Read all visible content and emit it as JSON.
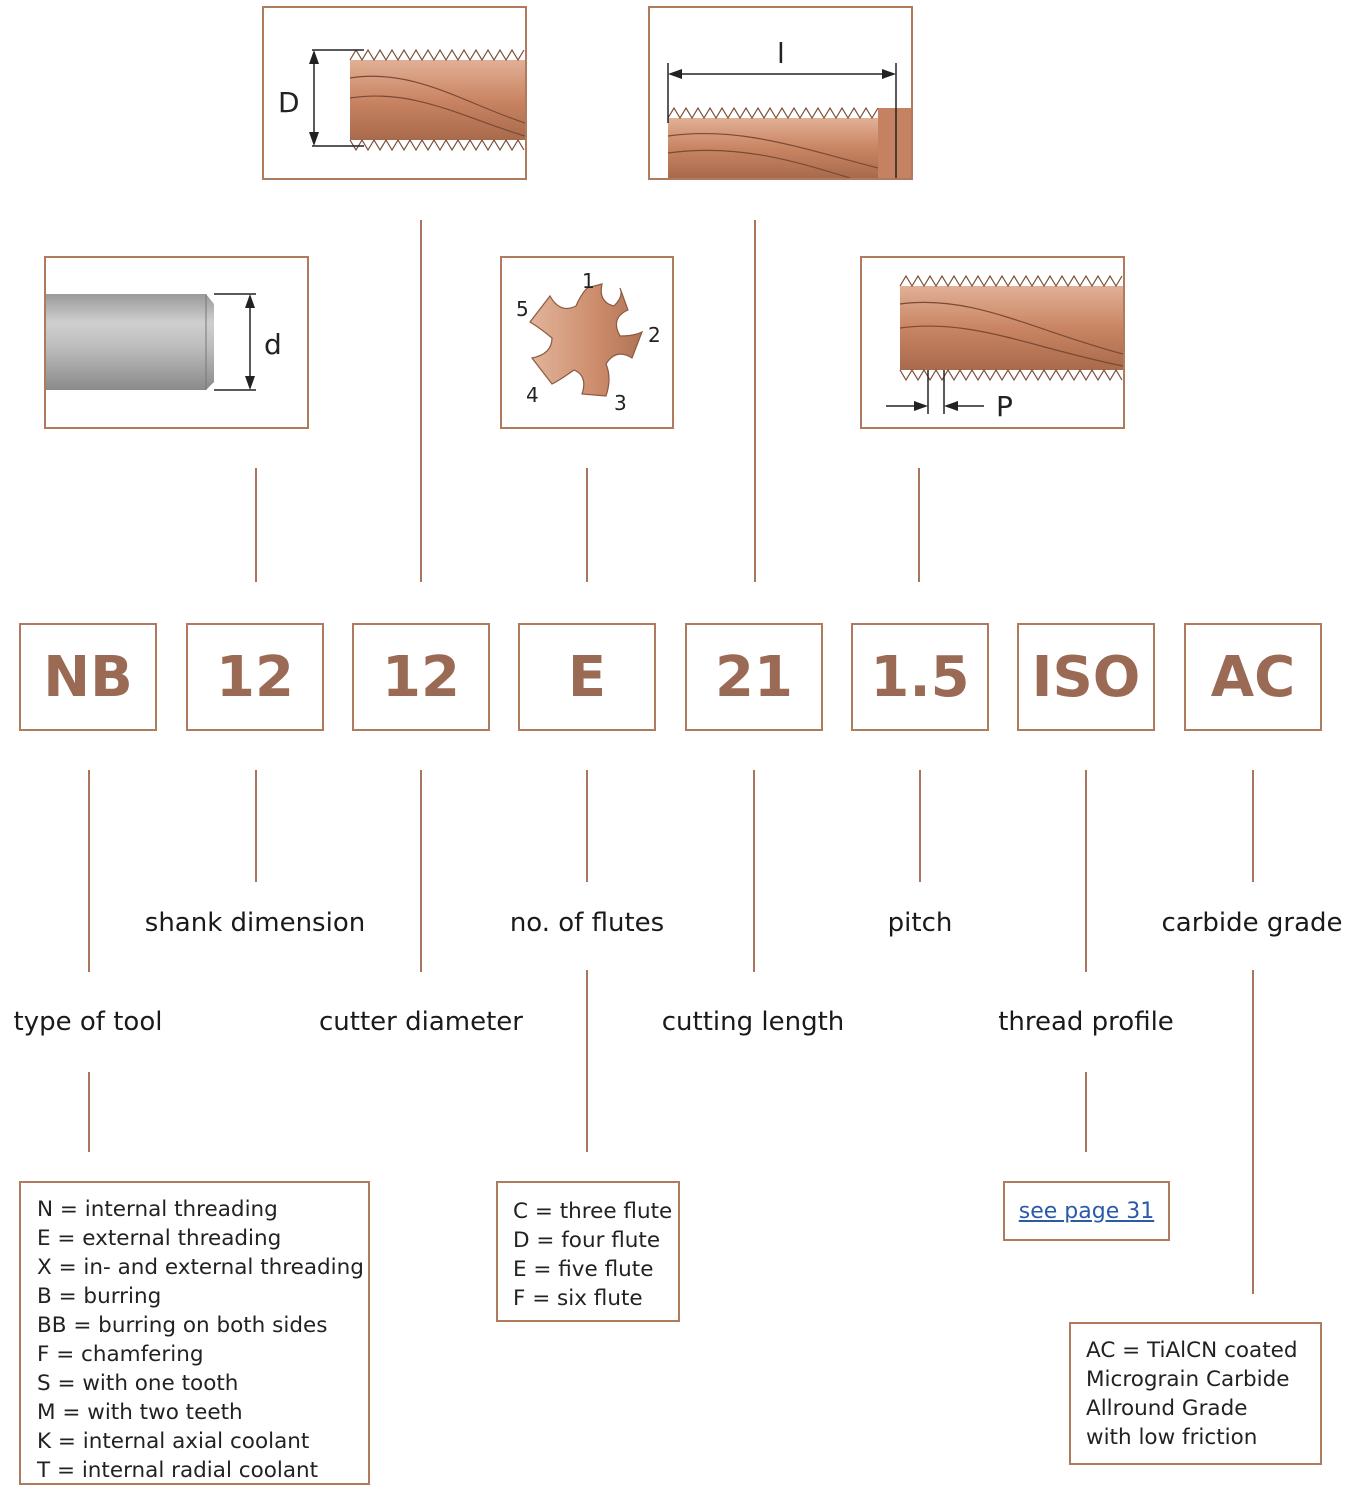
{
  "codes": [
    "NB",
    "12",
    "12",
    "E",
    "21",
    "1.5",
    "ISO",
    "AC"
  ],
  "labels": {
    "shank_dimension": "shank dimension",
    "no_of_flutes": "no. of flutes",
    "pitch": "pitch",
    "carbide_grade": "carbide grade",
    "type_of_tool": "type of tool",
    "cutter_diameter": "cutter diameter",
    "cutting_length": "cutting length",
    "thread_profile": "thread profile"
  },
  "illustrations": {
    "cutter_diameter_symbol": "D",
    "cutting_length_symbol": "l",
    "shank_symbol": "d",
    "pitch_symbol": "P",
    "flute_numbers": [
      "1",
      "2",
      "3",
      "4",
      "5"
    ]
  },
  "legend_type": [
    "N = internal threading",
    "E = external threading",
    "X = in- and external threading",
    "B = burring",
    "BB = burring on both sides",
    "F = chamfering",
    "S = with one tooth",
    "M = with two teeth",
    "K = internal axial coolant",
    "T = internal radial coolant"
  ],
  "legend_flutes": [
    "C = three flute",
    "D = four flute",
    "E = five flute",
    "F = six flute"
  ],
  "thread_profile_link": "see page 31",
  "legend_grade": [
    "AC = TiAlCN coated",
    "Micrograin Carbide",
    "Allround Grade",
    "with low friction"
  ],
  "colors": {
    "frame": "#b07a5f",
    "code_text": "#9b6a55",
    "copper": "#c98c6c",
    "link": "#2a5aa8"
  }
}
